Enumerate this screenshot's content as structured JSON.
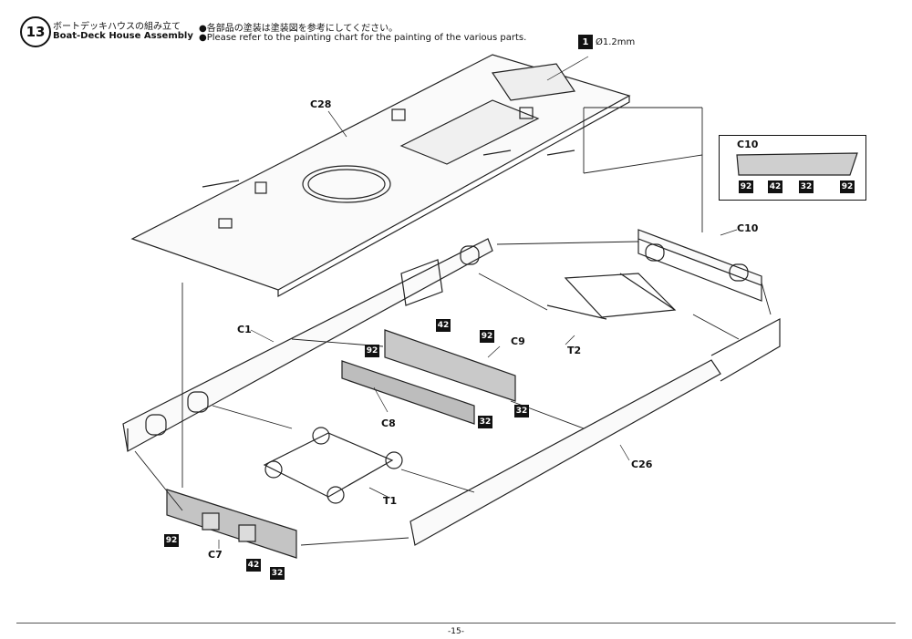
{
  "header": {
    "step_number": "13",
    "title_jp": "ボートデッキハウスの組み立て",
    "title_en": "Boat-Deck House Assembly",
    "note_jp": "●各部品の塗装は塗装図を参考にしてください。",
    "note_en": "●Please refer to the painting chart for the painting of the various parts.",
    "drill_symbol": "1",
    "drill_size": "Ø1.2mm"
  },
  "parts": {
    "c28": "C28",
    "c10_inset": "C10",
    "c10": "C10",
    "c1": "C1",
    "c9": "C9",
    "t2": "T2",
    "c8": "C8",
    "c26": "C26",
    "t1": "T1",
    "c7": "C7"
  },
  "paint_codes": {
    "inset_a": "92",
    "inset_b": "42",
    "inset_c": "32",
    "inset_d": "92",
    "c9_a": "42",
    "c9_b": "92",
    "c9_c": "92",
    "c9_d": "32",
    "c8_a": "32",
    "c7_a": "92",
    "c7_b": "42",
    "c7_c": "32"
  },
  "footer": {
    "page_number": "-15-"
  }
}
